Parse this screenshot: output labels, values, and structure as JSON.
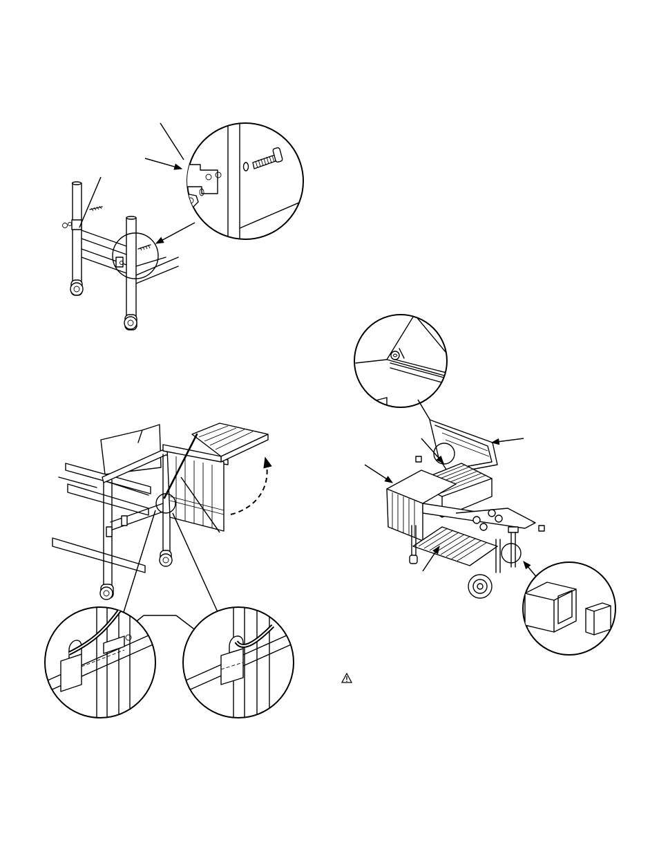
{
  "figures": [
    {
      "id": "frame-assembly",
      "content": "leg-frame-with-bolt-detail"
    },
    {
      "id": "side-table-hinge",
      "content": "side-table-attachment-with-two-details"
    },
    {
      "id": "complete-grill",
      "content": "assembled-grill-with-three-details"
    }
  ],
  "icons": {
    "warning": "warning-triangle-icon"
  },
  "colors": {
    "line": "#000000",
    "background": "#ffffff",
    "shade": "#d9d9d9"
  }
}
